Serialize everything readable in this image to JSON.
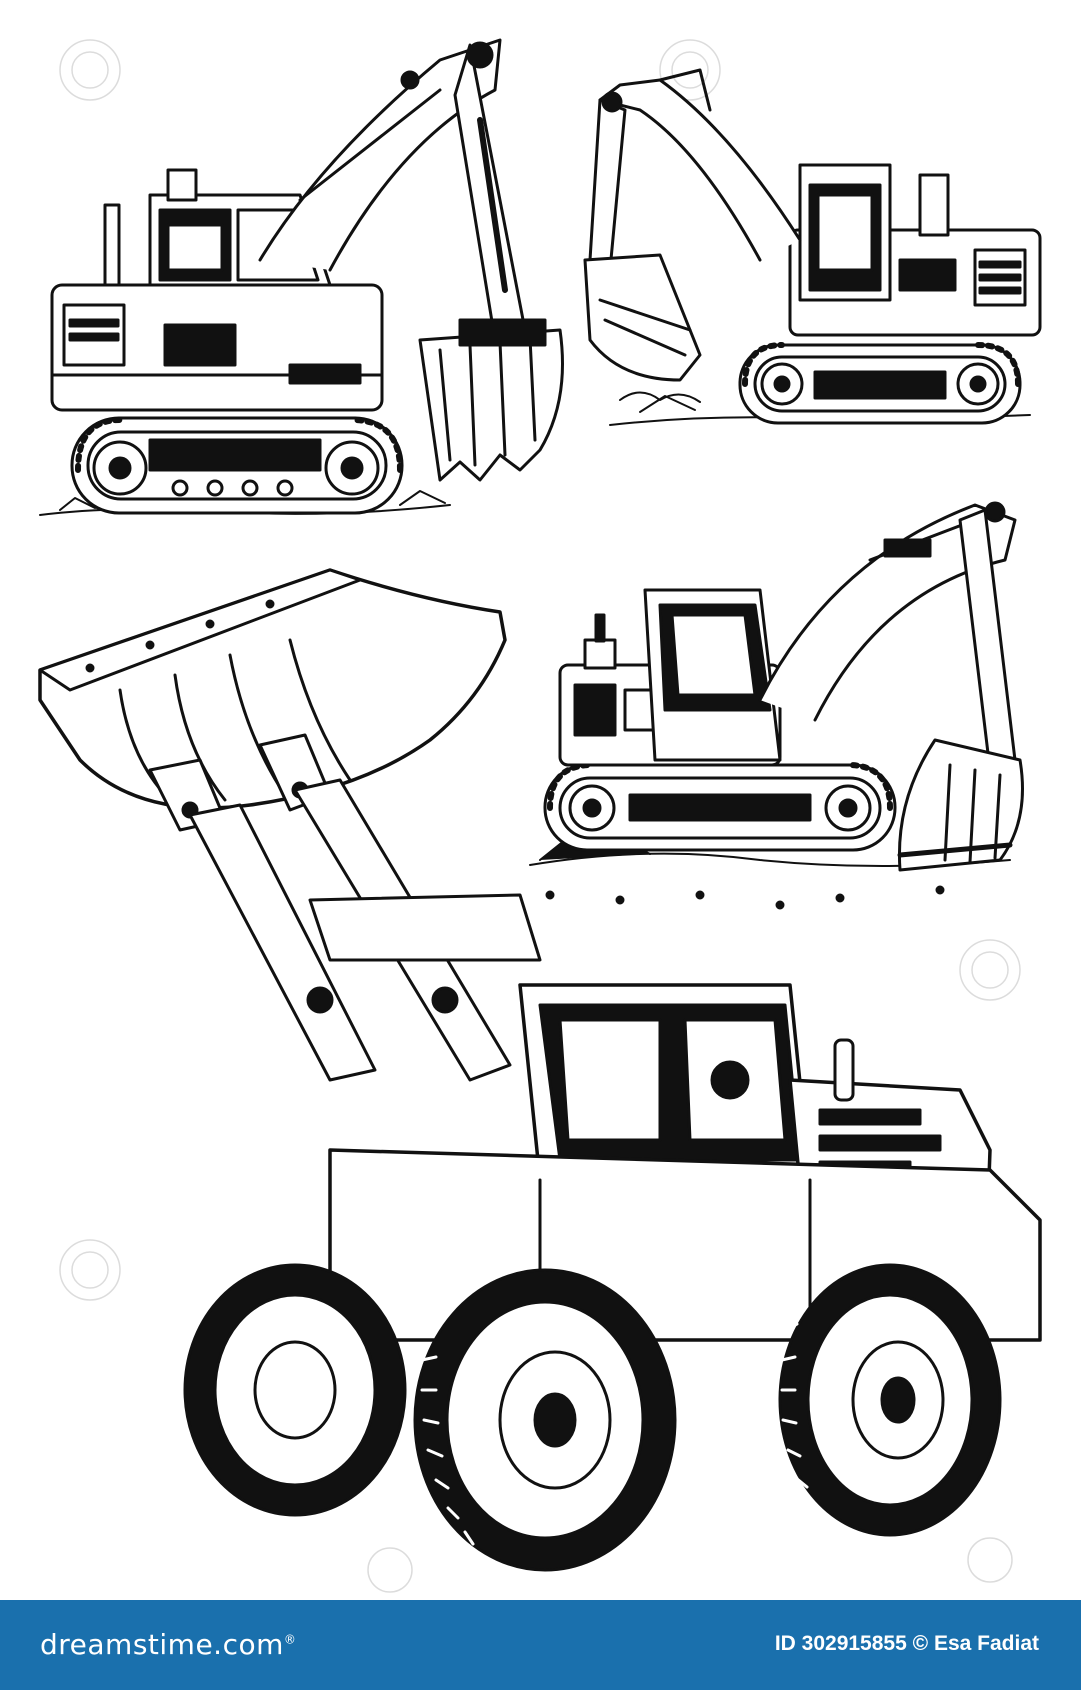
{
  "image": {
    "subject": "line-art-construction-machinery",
    "figures": [
      {
        "name": "crawler-excavator-left"
      },
      {
        "name": "crawler-excavator-right"
      },
      {
        "name": "crawler-excavator-middle"
      },
      {
        "name": "wheel-loader"
      }
    ],
    "background_color": "#ffffff",
    "ink_color": "#111111"
  },
  "footer": {
    "brand": "dreamstime.com",
    "brand_mark": "®",
    "id_label": "ID 302915855",
    "copyright_symbol": "©",
    "author": "Esa Fadiat",
    "background_color": "#1a70ad",
    "text_color": "#ffffff"
  }
}
